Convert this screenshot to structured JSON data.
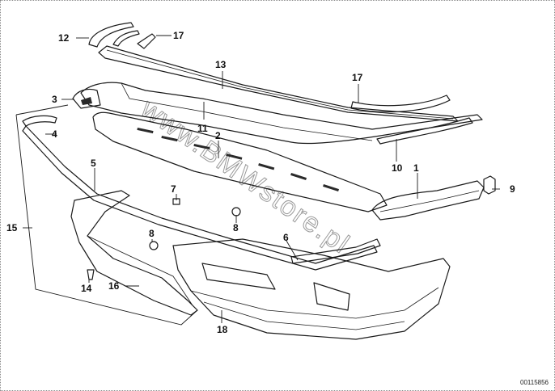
{
  "watermark": "www.BMWstore.pl",
  "catalog_number": "00115856",
  "callouts": {
    "c1": "1",
    "c2": "2",
    "c3": "3",
    "c4": "4",
    "c5": "5",
    "c6": "6",
    "c7": "7",
    "c8a": "8",
    "c8b": "8",
    "c9": "9",
    "c10": "10",
    "c11": "11",
    "c12": "12",
    "c13": "13",
    "c14": "14",
    "c15": "15",
    "c16": "16",
    "c17a": "17",
    "c17b": "17",
    "c18": "18"
  }
}
